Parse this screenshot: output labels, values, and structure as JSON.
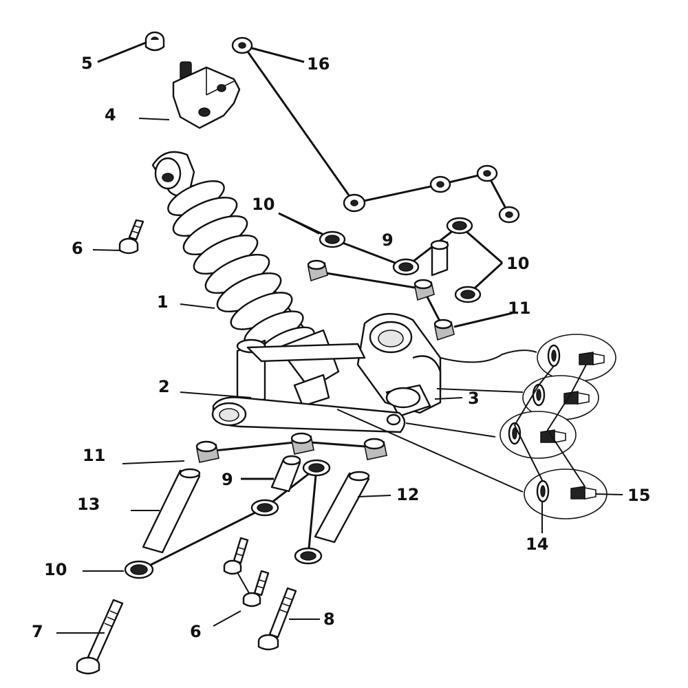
{
  "callouts": {
    "c1": "1",
    "c2": "2",
    "c3": "3",
    "c4": "4",
    "c5": "5",
    "c6a": "6",
    "c6b": "6",
    "c7": "7",
    "c8": "8",
    "c9a": "9",
    "c9b": "9",
    "c10a": "10",
    "c10b": "10",
    "c10c": "10",
    "c11a": "11",
    "c11b": "11",
    "c12": "12",
    "c13": "13",
    "c14": "14",
    "c15": "15",
    "c16": "16"
  }
}
